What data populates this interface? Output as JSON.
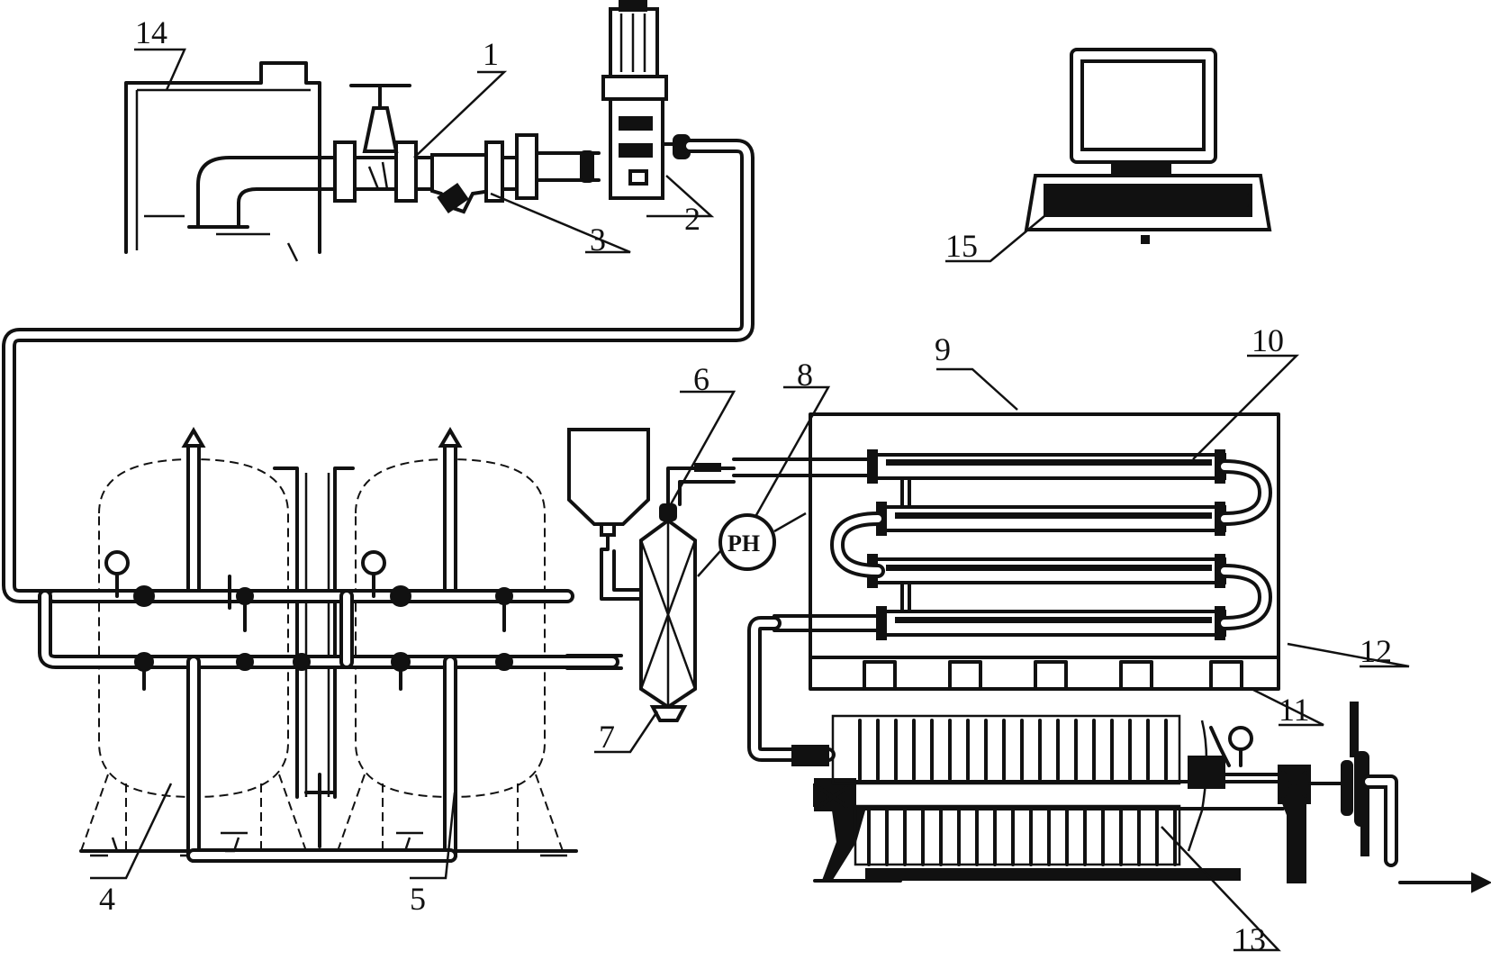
{
  "labels": {
    "n1": "1",
    "n2": "2",
    "n3": "3",
    "n4": "4",
    "n5": "5",
    "n6": "6",
    "n7": "7",
    "n8": "8",
    "n9": "9",
    "n10": "10",
    "n11": "11",
    "n12": "12",
    "n13": "13",
    "n14": "14",
    "n15": "15"
  },
  "ph_meter_text": "PH"
}
